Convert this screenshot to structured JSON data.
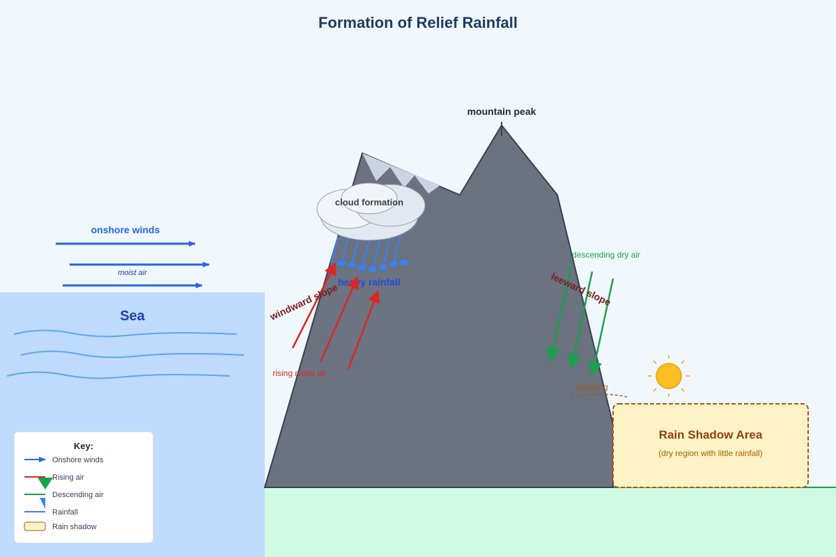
{
  "title": "Formation of Relief Rainfall",
  "labels": {
    "mountain_peak": "mountain peak",
    "cloud_formation": "cloud formation",
    "heavy_rainfall": "heavy rainfall",
    "windward_slope": "windward slope",
    "leeward_slope": "leeward slope",
    "rising_moist_air": "rising moist air",
    "descending_dry_air": "descending dry air",
    "warming": "warming",
    "onshore_winds": "onshore winds",
    "moist_air": "moist air",
    "sea": "Sea"
  },
  "rain_shadow": {
    "title": "Rain Shadow Area",
    "subtitle": "(dry region with little rainfall)"
  },
  "key": {
    "title": "Key:",
    "items": [
      {
        "label": "Onshore winds",
        "color": "#2563eb",
        "symbol": "arrow"
      },
      {
        "label": "Rising air",
        "color": "#dc2626",
        "symbol": "line"
      },
      {
        "label": "Descending air",
        "color": "#16a34a",
        "symbol": "line"
      },
      {
        "label": "Rainfall",
        "color": "#3b82f6",
        "symbol": "line"
      },
      {
        "label": "Rain shadow",
        "color": "#fef3c7",
        "symbol": "box"
      }
    ]
  },
  "colors": {
    "background": "#f0f8fe",
    "sea": "#bfdbfe",
    "land": "#d1fae5",
    "mountain": "#6b7280",
    "snow": "#cbd5e1",
    "onshore": "#2563eb",
    "rising": "#dc2626",
    "descending": "#16a34a",
    "rain": "#3b82f6",
    "rain_shadow_fill": "#fef3c7",
    "rain_shadow_border": "#b45309",
    "sun": "#fbbf24"
  }
}
